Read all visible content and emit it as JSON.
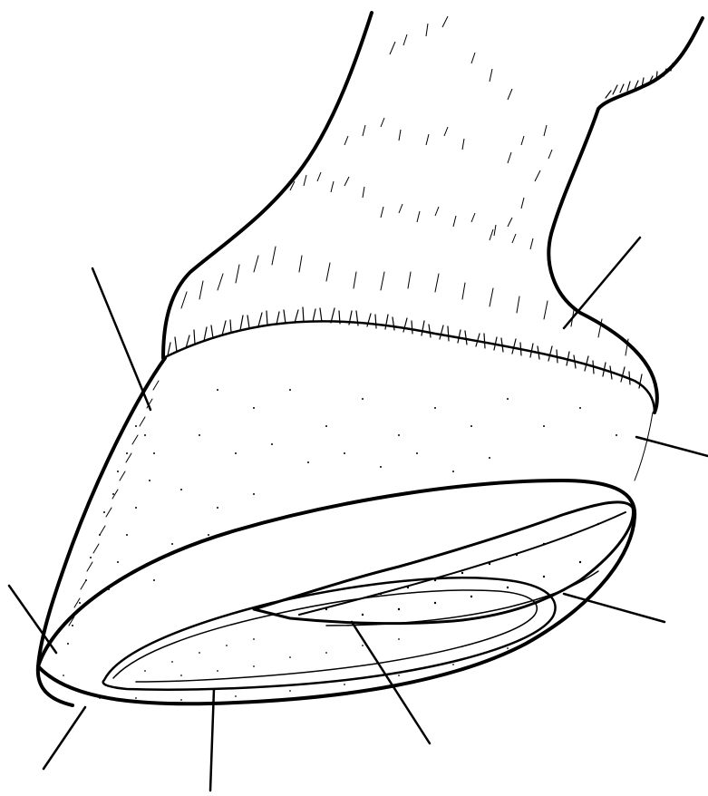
{
  "figure": {
    "subject": "hoof-diagram",
    "ink_color": "#000000",
    "background_color": "#ffffff",
    "label_text": []
  },
  "leader_lines": [
    {
      "name": "leader-line-coronet"
    },
    {
      "name": "leader-line-wall-upper"
    },
    {
      "name": "leader-line-bulb"
    },
    {
      "name": "leader-line-toe"
    },
    {
      "name": "leader-line-heel"
    },
    {
      "name": "leader-line-white-line"
    },
    {
      "name": "leader-line-sole"
    },
    {
      "name": "leader-line-frog"
    }
  ]
}
